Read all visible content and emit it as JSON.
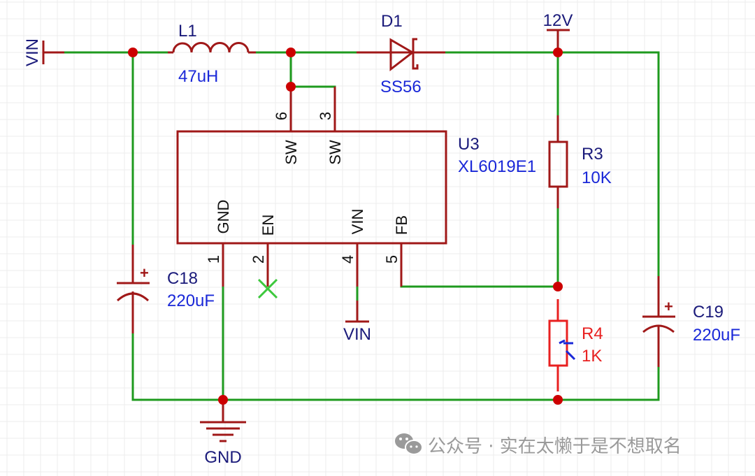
{
  "watermark": {
    "icon": "wechat-icon",
    "text": "公众号 · 实在太懒于是不想取名"
  },
  "nets": {
    "vin_left": "VIN",
    "vin_bottom": "VIN",
    "v12": "12V",
    "gnd": "GND"
  },
  "components": {
    "L1": {
      "designator": "L1",
      "value": "47uH"
    },
    "D1": {
      "designator": "D1",
      "value": "SS56"
    },
    "U3": {
      "designator": "U3",
      "value": "XL6019E1",
      "pins": [
        {
          "num": "6",
          "name": "SW"
        },
        {
          "num": "3",
          "name": "SW"
        },
        {
          "num": "1",
          "name": "GND"
        },
        {
          "num": "2",
          "name": "EN"
        },
        {
          "num": "4",
          "name": "VIN"
        },
        {
          "num": "5",
          "name": "FB"
        }
      ]
    },
    "R3": {
      "designator": "R3",
      "value": "10K"
    },
    "R4": {
      "designator": "R4",
      "value": "1K"
    },
    "C18": {
      "designator": "C18",
      "value": "220uF",
      "polarity": "+"
    },
    "C19": {
      "designator": "C19",
      "value": "220uF",
      "polarity": "+"
    }
  },
  "colors": {
    "wire": "#1e9a1e",
    "pin": "#a01818",
    "junction": "#cc0000",
    "designator": "#1a1a7a",
    "value": "#1a28d8",
    "highlight": "#e82020",
    "no_connect": "#3cc83c"
  }
}
